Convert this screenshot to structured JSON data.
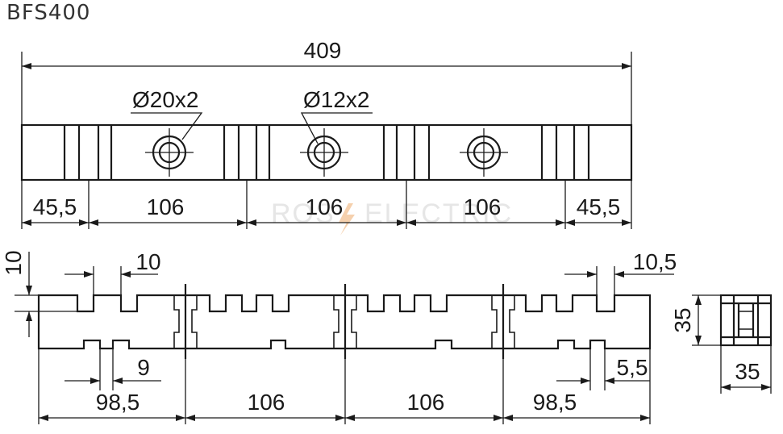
{
  "title": "BFS400",
  "watermark": {
    "left": "ROS",
    "right": "ELECTRIC",
    "accent_color": "#f0b27a"
  },
  "top_view": {
    "overall_length": "409",
    "hole_large": "Ø20x2",
    "hole_small": "Ø12x2",
    "spacing_end_left": "45,5",
    "spacing_1": "106",
    "spacing_2": "106",
    "spacing_3": "106",
    "spacing_end_right": "45,5"
  },
  "front_view": {
    "height": "10",
    "slot_top_width": "10",
    "slot_top_right_width": "10,5",
    "slot_bottom_width": "9",
    "slot_bottom_right_width": "5,5",
    "segment_1": "98,5",
    "segment_2": "106",
    "segment_3": "106",
    "segment_4": "98,5"
  },
  "side_view": {
    "height": "35",
    "width": "35"
  },
  "colors": {
    "line": "#1a1a1a",
    "background": "#ffffff"
  }
}
